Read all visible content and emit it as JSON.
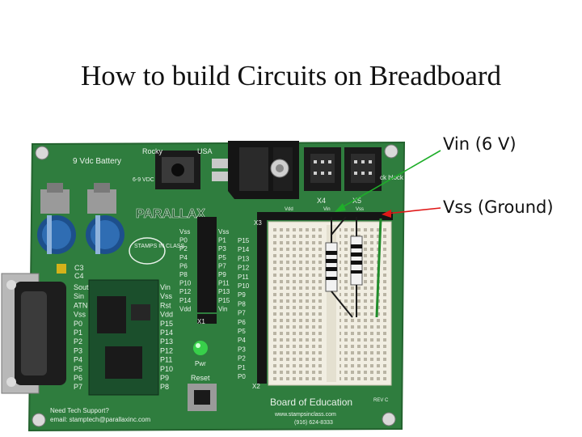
{
  "slide": {
    "title": "How to build Circuits on Breadboard"
  },
  "callouts": {
    "vin": "Vin (6 V)",
    "vss": "Vss (Ground)"
  },
  "board": {
    "name": "Board of Education",
    "maker": "PARALLAX",
    "battery": "9 Vdc Battery",
    "jack_label": "Rocky",
    "jack_sub": "USA",
    "volt": "6-9 VDC",
    "stamps": "STAMPS IN CLASS",
    "x1": "X1",
    "x2": "X2",
    "x3": "X3",
    "x4": "X4",
    "x5": "X5",
    "c3": "C3",
    "c4": "C4",
    "pwr": "Pwr",
    "reset": "Reset",
    "clock": "ck block",
    "vdd_top": "Vdd",
    "vin_top": "Vin",
    "vss_top": "Vss",
    "support_1": "Need Tech Support?",
    "support_2": "email: stamptech@parallaxinc.com",
    "web": "www.stampsinclass.com",
    "phone": "(916) 624-8333",
    "rev": "REV C",
    "left_pins": [
      "Sout",
      "Sin",
      "ATN",
      "Vss",
      "P0",
      "P1",
      "P2",
      "P3",
      "P4",
      "P5",
      "P6",
      "P7"
    ],
    "right_pins": [
      "Vin",
      "Vss",
      "Rst",
      "Vdd",
      "P15",
      "P14",
      "P13",
      "P12",
      "P11",
      "P10",
      "P9",
      "P8"
    ],
    "hdr_a": [
      "Vss",
      "P0",
      "P2",
      "P4",
      "P6",
      "P8",
      "P10",
      "P12",
      "P14",
      "Vdd"
    ],
    "hdr_b": [
      "Vss",
      "P1",
      "P3",
      "P5",
      "P7",
      "P9",
      "P11",
      "P13",
      "P15",
      "Vin"
    ],
    "bb_pins": [
      "P15",
      "P14",
      "P13",
      "P12",
      "P11",
      "P10",
      "P9",
      "P8",
      "P7",
      "P6",
      "P5",
      "P4",
      "P3",
      "P2",
      "P1",
      "P0"
    ]
  },
  "colors": {
    "board": "#2f7d3e",
    "vin_arrow": "#1fae2a",
    "vss_arrow": "#e01818"
  }
}
